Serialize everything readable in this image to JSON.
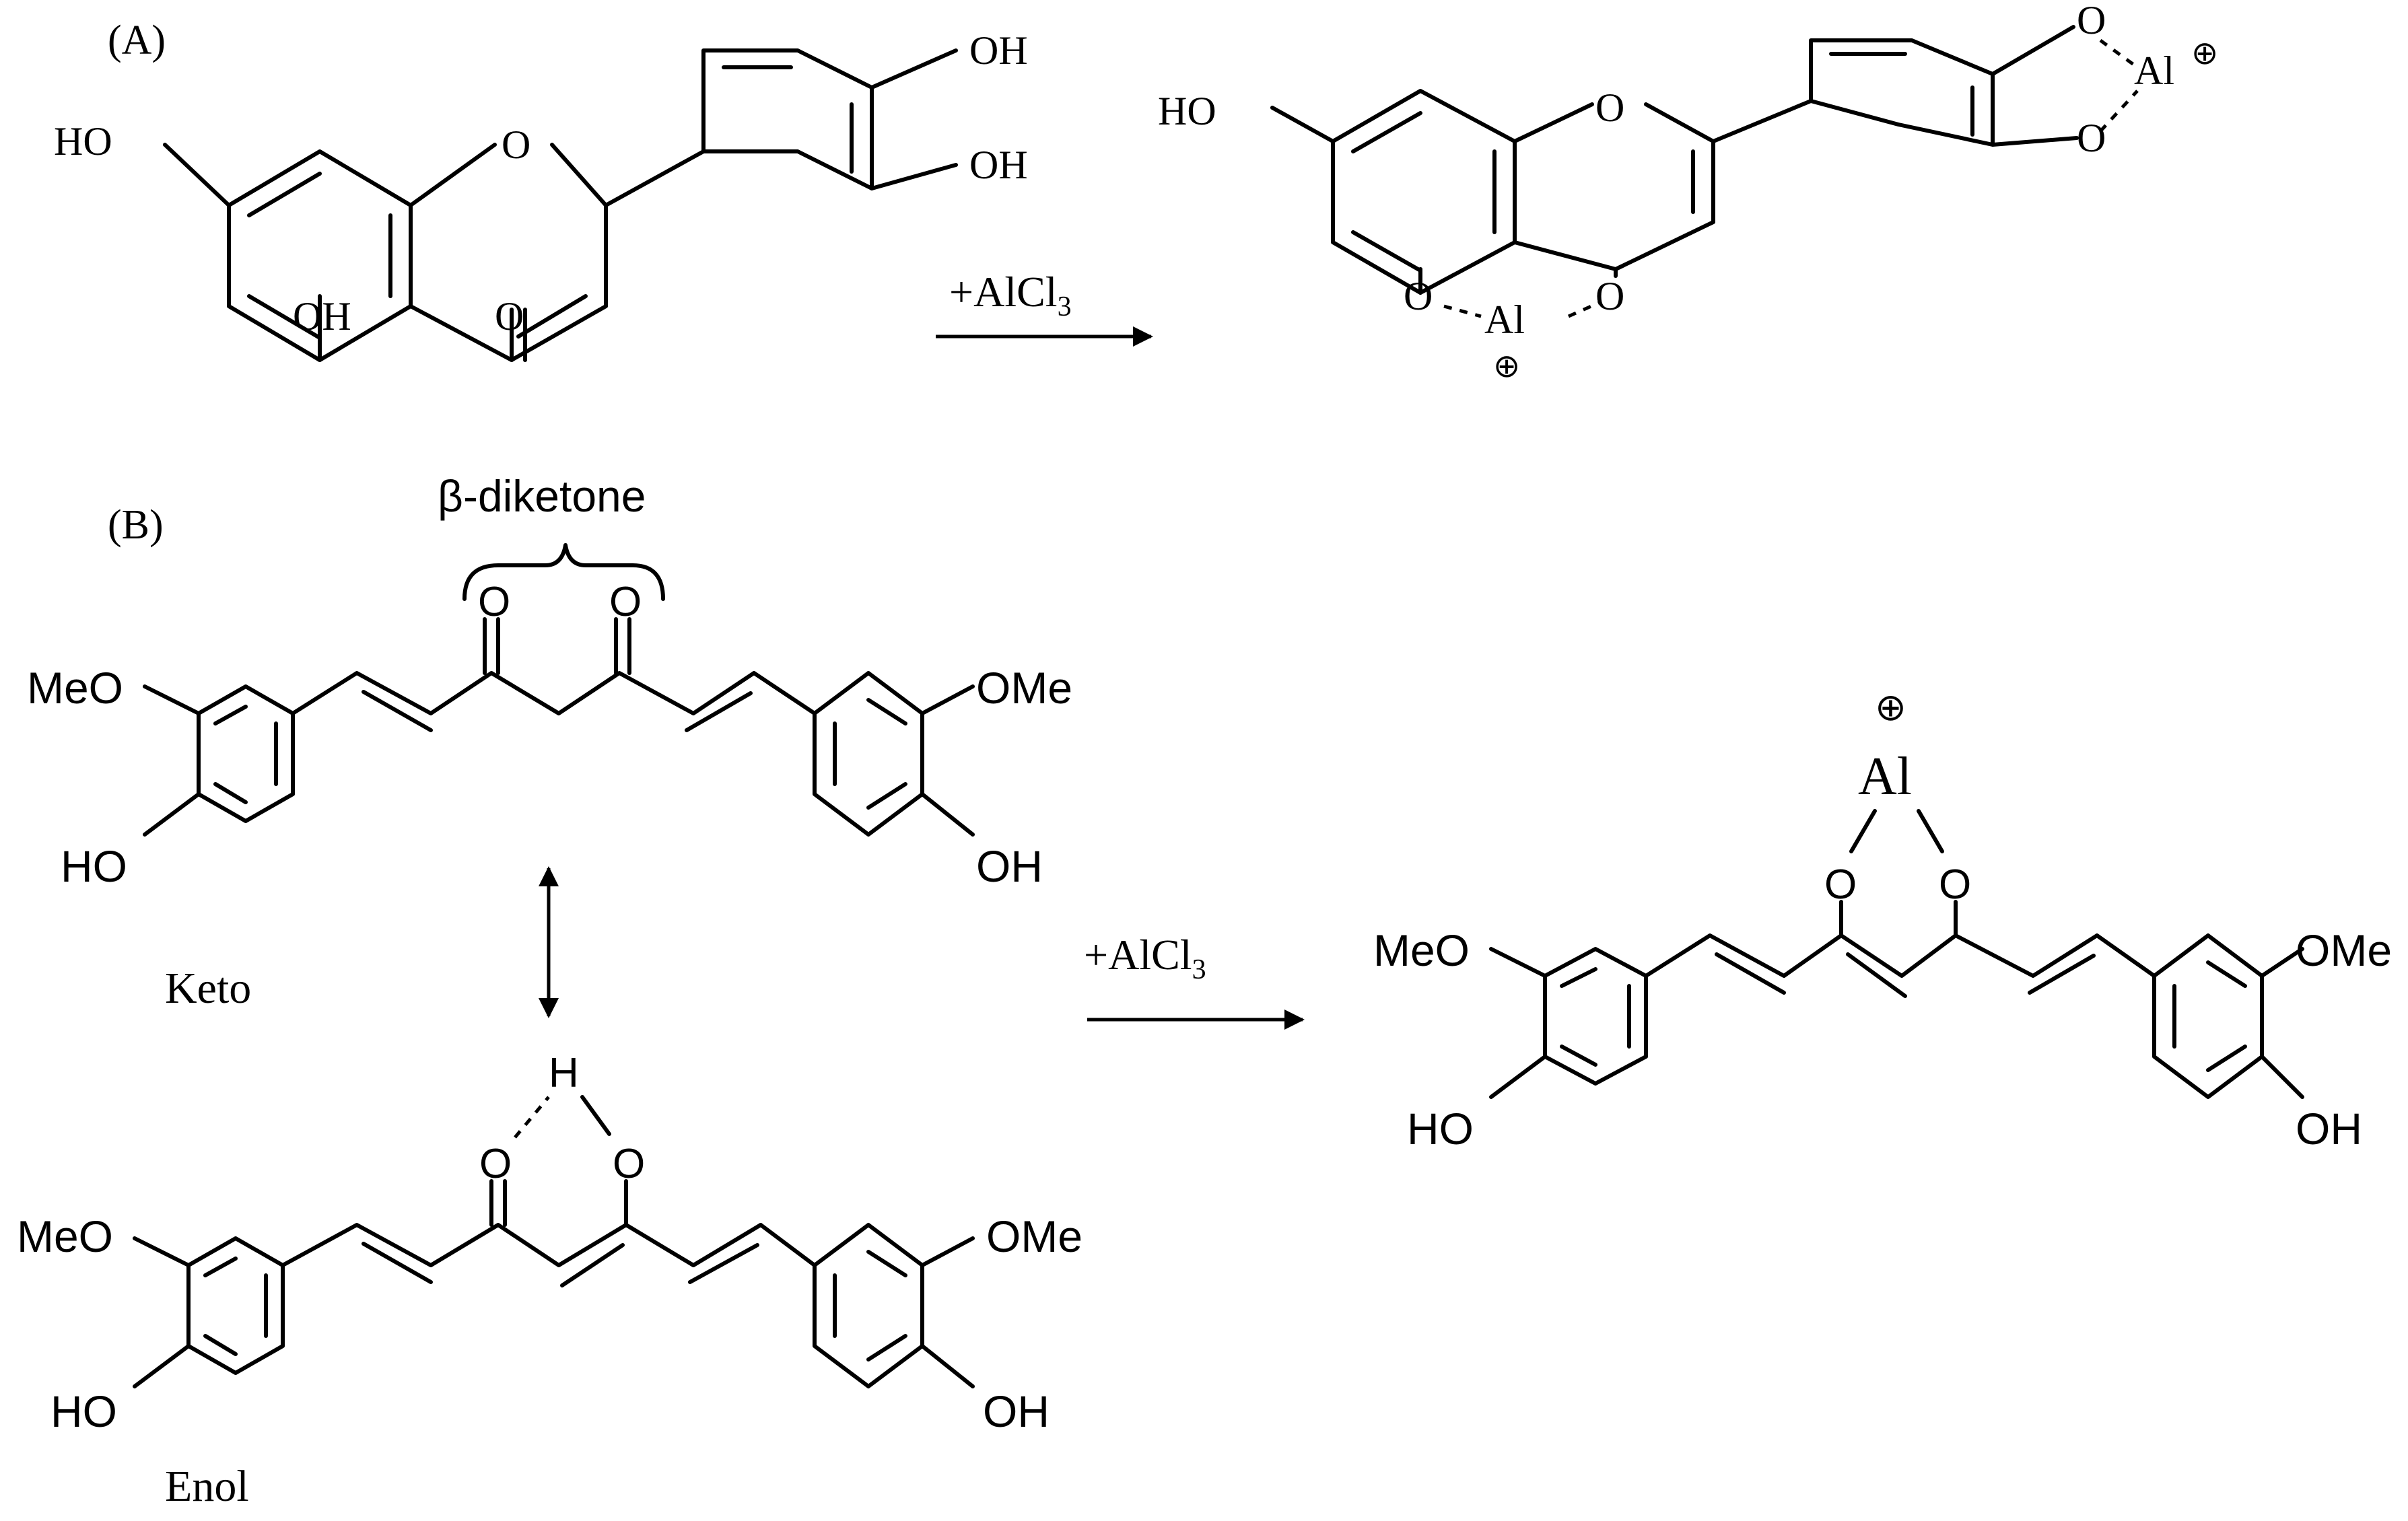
{
  "panel_a": {
    "label": "(A)",
    "reactant": {
      "ho_left": "HO",
      "oh_top": "OH",
      "oh_mid": "OH",
      "oh_bottom": "OH",
      "ring_o": "O",
      "carbonyl_o": "O"
    },
    "reagent": "+AlCl",
    "reagent_sub": "3",
    "product": {
      "ho_left": "HO",
      "ring_o": "O",
      "cat_o_top": "O",
      "cat_o_bottom": "O",
      "al_right": "Al",
      "al_right_charge": "⊕",
      "o_left": "O",
      "o_right": "O",
      "al_bottom": "Al",
      "al_bottom_charge": "⊕"
    }
  },
  "panel_b": {
    "label": "(B)",
    "brace_label": "β-diketone",
    "keto": {
      "meo": "MeO",
      "ho": "HO",
      "ome": "OMe",
      "oh": "OH",
      "o1": "O",
      "o2": "O",
      "name": "Keto"
    },
    "enol": {
      "meo": "MeO",
      "ho": "HO",
      "ome": "OMe",
      "oh": "OH",
      "o1": "O",
      "o2": "O",
      "h": "H",
      "name": "Enol"
    },
    "reagent": "+AlCl",
    "reagent_sub": "3",
    "complex": {
      "al": "Al",
      "al_charge": "⊕",
      "o1": "O",
      "o2": "O",
      "meo": "MeO",
      "ho": "HO",
      "ome": "OMe",
      "oh": "OH"
    }
  }
}
